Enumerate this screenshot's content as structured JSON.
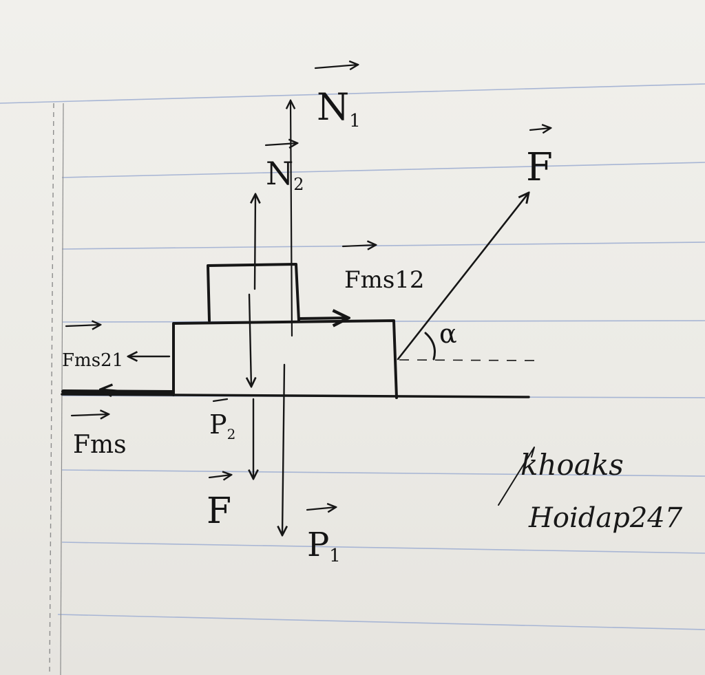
{
  "diagram": {
    "labels": {
      "N1": {
        "main": "N",
        "sub": "1"
      },
      "N2": {
        "main": "N",
        "sub": "2"
      },
      "F_applied": {
        "main": "F"
      },
      "alpha": "α",
      "Fms12": "Fms12",
      "Fms21": "Fms21",
      "Fms": "Fms",
      "P2": {
        "main": "P",
        "sub": "2"
      },
      "F_down": {
        "main": "F"
      },
      "P1": {
        "main": "P",
        "sub": "1"
      }
    },
    "signature": {
      "line1": "khoaks",
      "line2": "Hoidap247"
    }
  },
  "colors": {
    "ink": "#161616",
    "rule": "#9fb0d2",
    "margin": "#8f8f8f",
    "paper": "#eeede8"
  }
}
